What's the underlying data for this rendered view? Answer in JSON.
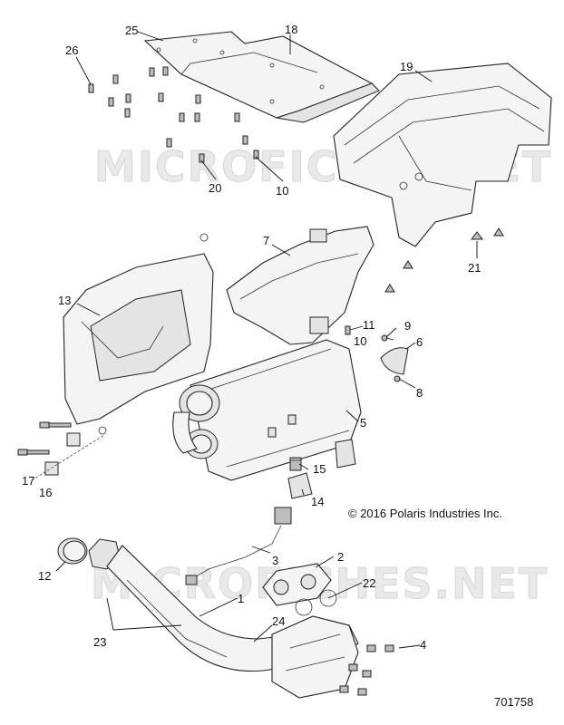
{
  "watermark": "MICROFICHES.NET",
  "copyright": "© 2016 Polaris Industries Inc.",
  "diagram_number": "701758",
  "callouts": {
    "c1": "1",
    "c2": "2",
    "c3": "3",
    "c4": "4",
    "c5": "5",
    "c6": "6",
    "c7": "7",
    "c8": "8",
    "c9": "9",
    "c10a": "10",
    "c10b": "10",
    "c11": "11",
    "c12": "12",
    "c13": "13",
    "c14": "14",
    "c15": "15",
    "c16": "16",
    "c17": "17",
    "c18": "18",
    "c19": "19",
    "c20": "20",
    "c21": "21",
    "c22": "22",
    "c23": "23",
    "c24": "24",
    "c25": "25",
    "c26": "26"
  }
}
